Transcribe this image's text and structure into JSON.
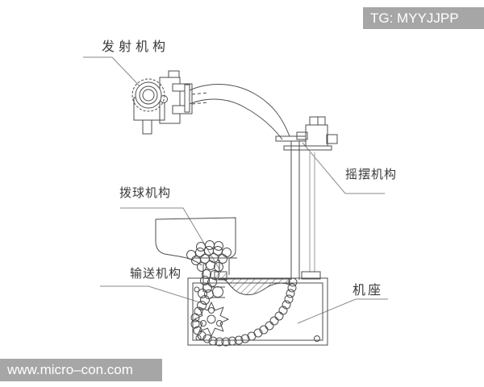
{
  "watermark_top": {
    "text": "TG: MYYJJPP",
    "bg": "#a6a6a6",
    "color": "#ffffff"
  },
  "watermark_bottom": {
    "text": "www.micro–con.com",
    "bg": "#a6a6a6",
    "color": "#ffffff"
  },
  "labels": {
    "launcher": "发射机构",
    "picker": "拨球机构",
    "conveyor": "输送机构",
    "swing": "摇摆机构",
    "base": "机座"
  },
  "colors": {
    "line": "#4d4d4d",
    "light_line": "#9a9a9a",
    "leader": "#8a8a8a",
    "label_text": "#3a3a3a",
    "background": "#ffffff"
  }
}
